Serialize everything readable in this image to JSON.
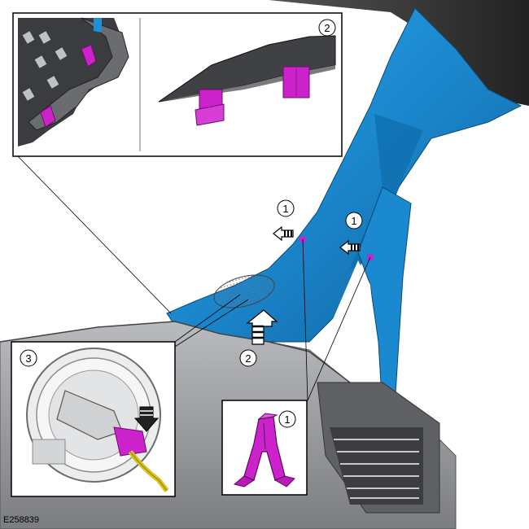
{
  "figure_id": "E258839",
  "callouts": {
    "main_clip_left": "1",
    "main_clip_right": "1",
    "main_trim_arrow": "2",
    "inset_top_right": "2",
    "inset_speaker": "3",
    "inset_clip": "1"
  },
  "colors": {
    "trim_blue": "#1f8fd6",
    "clip_magenta": "#cc22cc",
    "dash_gray": "#8f9195",
    "wire_yellow": "#d6c21a"
  }
}
